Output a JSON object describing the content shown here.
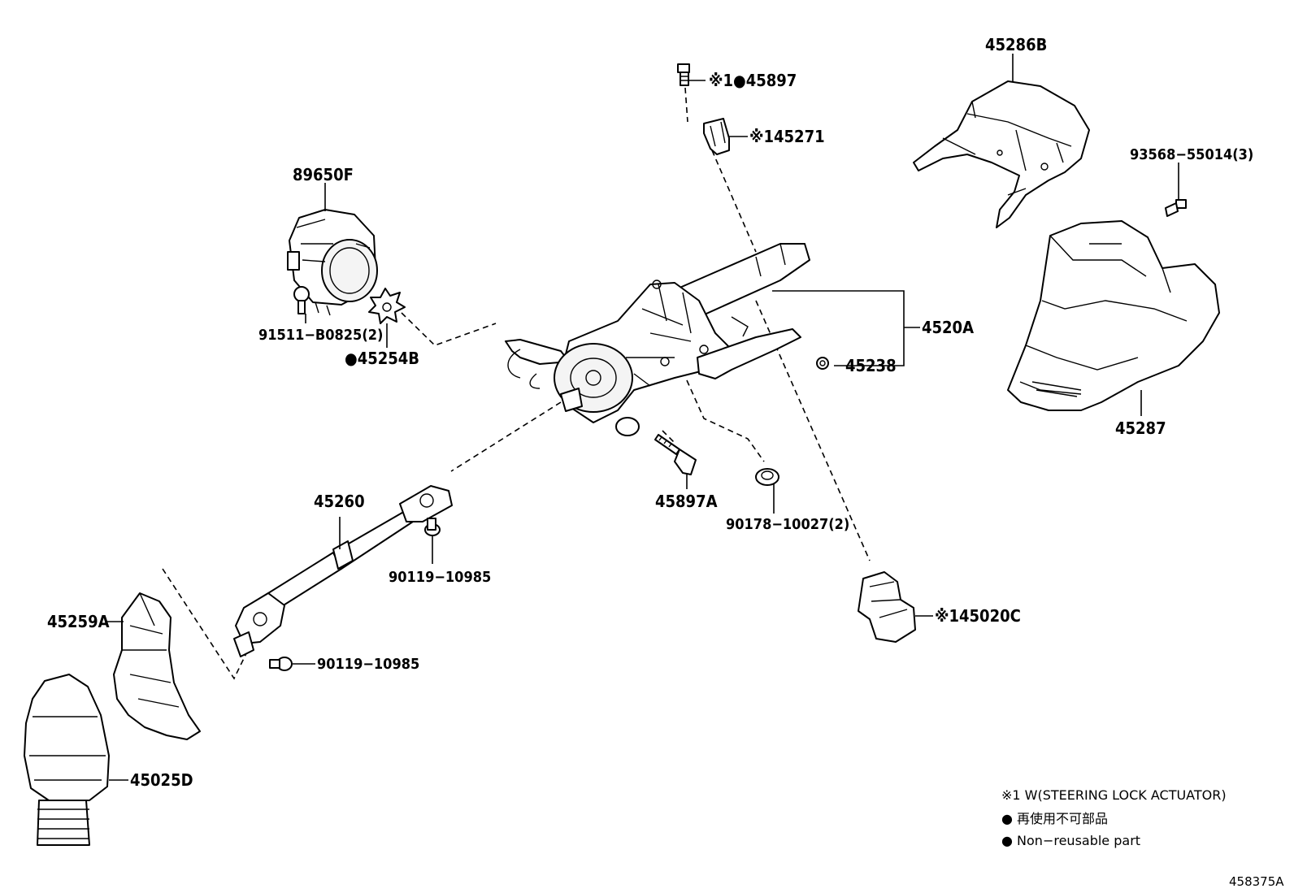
{
  "labels": {
    "p45286B": "45286B",
    "p45897": "※1●45897",
    "p45271": "※145271",
    "p89650F": "89650F",
    "p93568": "93568−55014(3)",
    "p91511": "91511−B0825(2)",
    "p45254B": "●45254B",
    "p4520A": "4520A",
    "p45238": "45238",
    "p45287": "45287",
    "p45260": "45260",
    "p45897A": "45897A",
    "p90178": "90178−10027(2)",
    "p90119a": "90119−10985",
    "p45259A": "45259A",
    "p90119b": "90119−10985",
    "p45020C": "※145020C",
    "p45025D": "45025D"
  },
  "legend": {
    "note1": "※1 W(STEERING LOCK ACTUATOR)",
    "note2": "● 再使用不可部品",
    "note3": "● Non−reusable part"
  },
  "figure_number": "458375A"
}
